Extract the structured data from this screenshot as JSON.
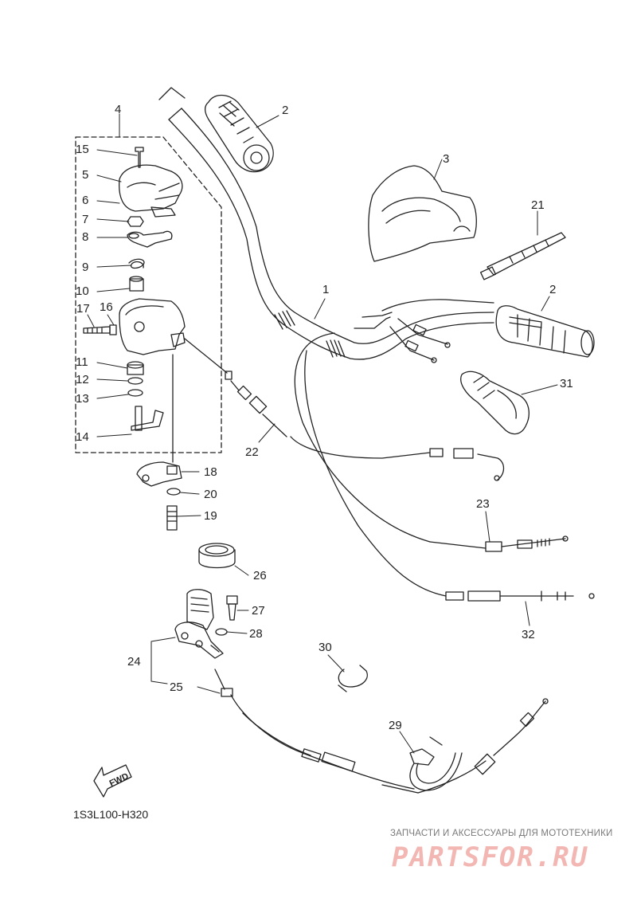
{
  "diagram": {
    "code": "1S3L100-H320",
    "fwd_label": "FWD",
    "callouts": {
      "c1": "1",
      "c2a": "2",
      "c2b": "2",
      "c3": "3",
      "c4": "4",
      "c5": "5",
      "c6": "6",
      "c7": "7",
      "c8": "8",
      "c9": "9",
      "c10": "10",
      "c11": "11",
      "c12": "12",
      "c13": "13",
      "c14": "14",
      "c15": "15",
      "c16": "16",
      "c17": "17",
      "c18": "18",
      "c19": "19",
      "c20": "20",
      "c21": "21",
      "c22": "22",
      "c23": "23",
      "c24": "24",
      "c25": "25",
      "c26": "26",
      "c27": "27",
      "c28": "28",
      "c29": "29",
      "c30": "30",
      "c31": "31",
      "c32": "32"
    }
  },
  "watermark": {
    "subtitle": "ЗАПЧАСТИ И АКСЕССУАРЫ ДЛЯ МОТОТЕХНИКИ",
    "logo": "PARTSFOR.RU"
  },
  "colors": {
    "line": "#222222",
    "watermark_logo": "#f3b7b3",
    "watermark_text": "#7a7a7a"
  }
}
